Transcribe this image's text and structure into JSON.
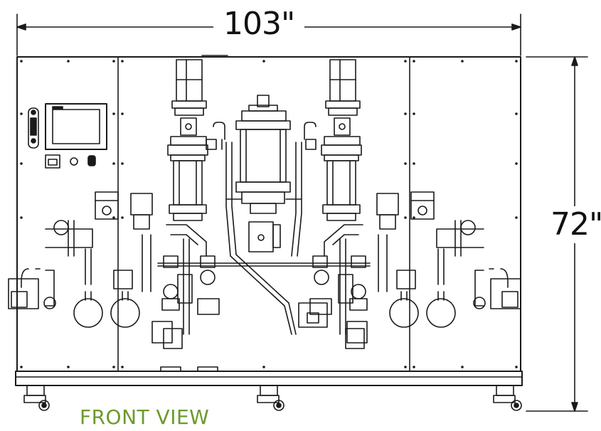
{
  "dimensions": {
    "width": "103\"",
    "height": "72\""
  },
  "caption": "FRONT VIEW",
  "colors": {
    "line": "#1a1a1a",
    "caption": "#6c9a2c",
    "background": "#ffffff"
  }
}
